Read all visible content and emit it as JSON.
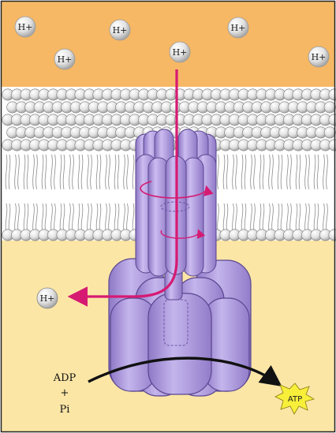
{
  "colors": {
    "outside": "#f6b865",
    "inside": "#fbe6a6",
    "lipid_head": "#e4e4e4",
    "lipid_tail": "#8a8a8a",
    "protein": "#a891d6",
    "protein_dark": "#7f68b4",
    "protein_light": "#d3c7ef",
    "proton_path": "#d61a72",
    "reaction_arrow": "#111111",
    "atp_star": "#f7ef3a",
    "frame": "#222222"
  },
  "ions": {
    "outside_label": "H+",
    "inside_label": "H+"
  },
  "reaction": {
    "adp": "ADP",
    "plus": "+",
    "pi": "Pi",
    "atp": "ATP"
  },
  "icons": [
    "proton-ion-icon",
    "rotation-arrow-icon",
    "atp-star-icon"
  ]
}
